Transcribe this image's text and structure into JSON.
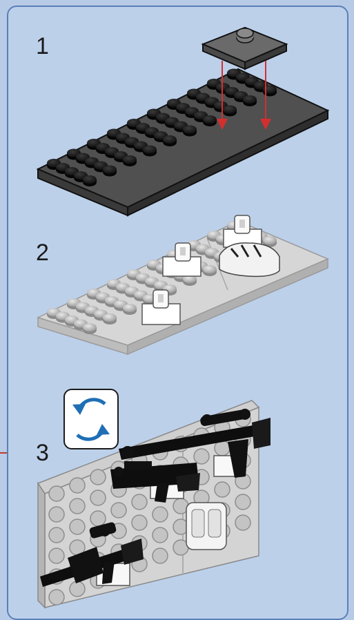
{
  "steps": [
    {
      "number": "1"
    },
    {
      "number": "2"
    },
    {
      "number": "3"
    }
  ],
  "icons": {
    "rotate": "rotate-icon"
  },
  "colors": {
    "background": "#bcd0ea",
    "border": "#5a7fb8",
    "dark_plate": "#4a4a4a",
    "light_plate": "#cfcfcf",
    "arrow": "#d32f2f",
    "rotate_arrow": "#1f6fb5"
  }
}
